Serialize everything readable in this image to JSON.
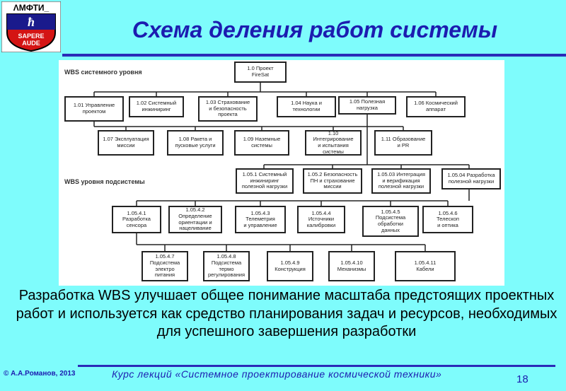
{
  "logo": {
    "line1": "ΛМФТИ_",
    "line2": "SAPERE",
    "line3": "AUDE"
  },
  "title": "Схема деления работ системы",
  "diagram": {
    "section_system": "WBS системного уровня",
    "section_subsystem": "WBS уровня подсистемы",
    "boxes": [
      "1.0 Проект\nFireSat",
      "1.01 Управление\nпроектом",
      "1.02 Системный\nинжиниринг",
      "1.03 Страхование\nи безопасность\nпроекта",
      "1.04 Наука и\nтехнологии",
      "1.05 Полезная\nнагрузка",
      "1.06 Космический\nаппарат",
      "1.07 Эксплуатация\nмиссии",
      "1.08 Ракета и\nпусковые услуги",
      "1.09 Наземные\nсистемы",
      "1.10 Интегрирование\nи испытания системы",
      "1.11 Образование\nи PR",
      "1.05.1 Системный\nинжиниринг\nполезной нагрузки",
      "1.05.2 Безопасность\nПН и страхование\nмиссии",
      "1.05.03 Интеграция\nи верификация\nполезной нагрузки",
      "1.05.04 Разработка\nполезной нагрузки",
      "1.05.4.1\nРазработка\nсенсора",
      "1.05.4.2\nОпределение\nориентации и\nнацеливание",
      "1.05.4.3\nТелеметрия\nи управление",
      "1.05.4.4\nИсточники\nкалибровки",
      "1.05.4.5\nПодсистема\nобработки\nданных",
      "1.05.4.6\nТелескоп\nи оптика",
      "1.05.4.7\nПодсистема\nэлектро\nпитания",
      "1.05.4.8\nПодсистема\nтермо\nрегулирования",
      "1.05.4.9\nКонструкция",
      "1.05.4.10\nМеханизмы",
      "1.05.4.11\nКабели"
    ]
  },
  "summary": "Разработка WBS улучшает общее понимание масштаба предстоящих проектных работ и используется как средство планирования задач и ресурсов, необходимых для успешного завершения разработки",
  "footer": {
    "copyright": "© А.А.Романов, 2013",
    "course": "Курс лекций «Системное проектирование космической техники»",
    "page": "18"
  }
}
